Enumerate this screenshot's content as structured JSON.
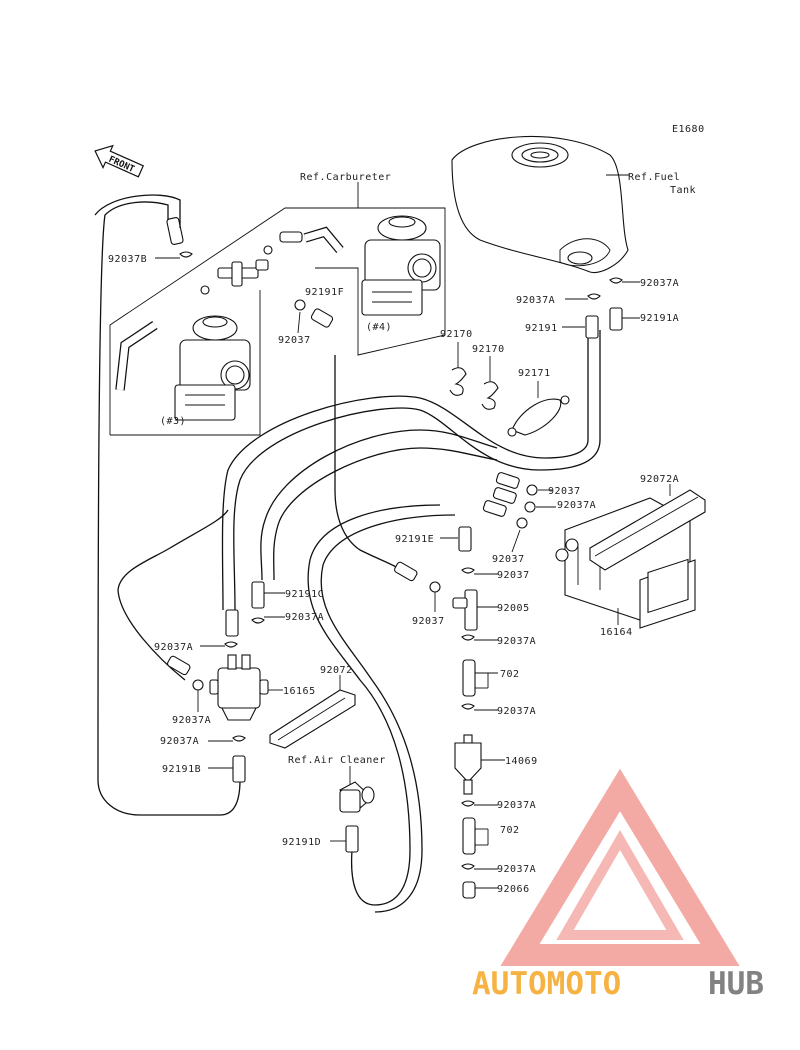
{
  "diagram": {
    "code": "E1680",
    "front_label": "FRONT",
    "refs": {
      "carburetor": "Ref.Carbureter",
      "fuel_tank_1": "Ref.Fuel",
      "fuel_tank_2": "Tank",
      "air_cleaner": "Ref.Air Cleaner"
    },
    "subgroup_labels": {
      "carb3": "(#3)",
      "carb4": "(#4)"
    },
    "parts": {
      "p92037B": "92037B",
      "p92191F": "92191F",
      "p92037_carb": "92037",
      "p92037A_tank": "92037A",
      "p92037A_tank2": "92037A",
      "p92191": "92191",
      "p92191A": "92191A",
      "p92170a": "92170",
      "p92170b": "92170",
      "p92171": "92171",
      "p92072A": "92072A",
      "p92037_mid": "92037",
      "p92037A_mid": "92037A",
      "p92191E": "92191E",
      "p92037_mid2": "92037",
      "p16164": "16164",
      "p92037_right": "92037",
      "p92005": "92005",
      "p92037A_r1": "92037A",
      "p702a": "702",
      "p92037A_r2": "92037A",
      "p14069": "14069",
      "p92037A_r3": "92037A",
      "p702b": "702",
      "p92037A_r4": "92037A",
      "p92066": "92066",
      "p92191C": "92191C",
      "p92037A_left1": "92037A",
      "p92037A_c": "92037A",
      "p92037A_left2": "92037A",
      "p16165": "16165",
      "p92072": "92072",
      "p92037A_left3": "92037A",
      "p92191B": "92191B",
      "p92037_center": "92037",
      "p92191D": "92191D"
    },
    "watermark": {
      "part1": "AUTOMOTO",
      "part2": "HUB"
    },
    "colors": {
      "line": "#111111",
      "watermark_orange": "#f5a623",
      "watermark_red": "#e8483c",
      "watermark_gray": "#6d6d6d"
    }
  }
}
